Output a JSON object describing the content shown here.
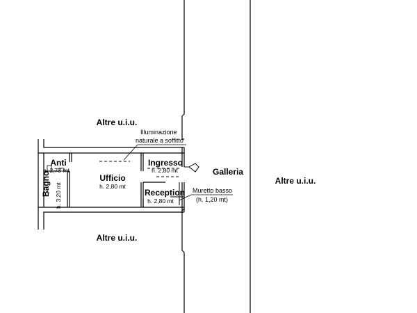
{
  "plan": {
    "areas": {
      "top": "Altre u.i.u.",
      "bottom": "Altre u.i.u.",
      "right": "Altre u.i.u.",
      "corridor": "Galleria"
    },
    "rooms": {
      "anti": {
        "name": "Anti",
        "height": "h. 2,73 mt"
      },
      "bagno": {
        "name": "Bagno",
        "height": "h. 3,20 mt"
      },
      "ufficio": {
        "name": "Ufficio",
        "height": "h. 2,80 mt"
      },
      "ingresso": {
        "name": "Ingresso",
        "height": "h. 2,80 mt"
      },
      "reception": {
        "name": "Reception",
        "height": "h. 2,80 mt"
      }
    },
    "notes": {
      "skylight_line1": "Illuminazione",
      "skylight_line2": "naturale a soffitto",
      "low_wall_line1": "Muretto basso",
      "low_wall_line2": "(h. 1,20 mt)"
    }
  }
}
